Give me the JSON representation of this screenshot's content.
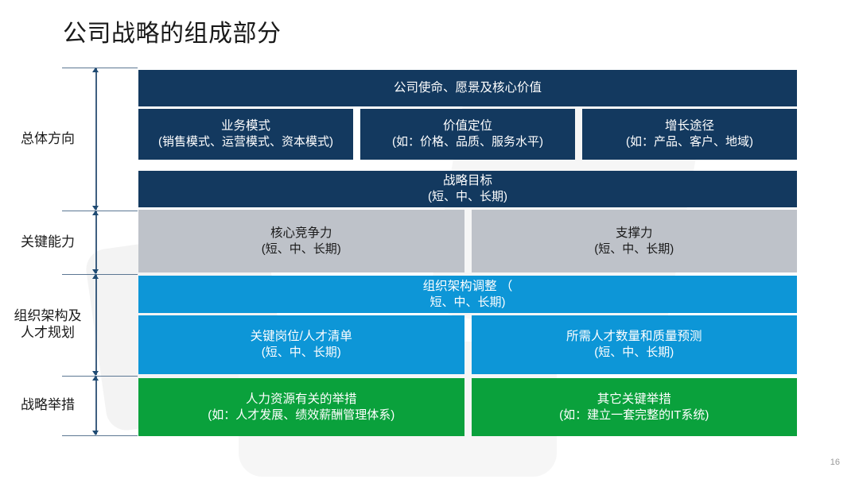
{
  "slide": {
    "title": "公司战略的组成部分",
    "page_number": "16"
  },
  "colors": {
    "navy": "#13395f",
    "gray": "#bec2c9",
    "blue": "#0d96d7",
    "green": "#0aa13c",
    "axis": "#3f5f80",
    "text_dark": "#1a1a1a",
    "background": "#ffffff"
  },
  "axis_labels": [
    {
      "label": "总体方向"
    },
    {
      "label": "关键能力"
    },
    {
      "label": "组织架构及\n人才规划"
    },
    {
      "label": "战略举措"
    }
  ],
  "rows": [
    {
      "id": "row-mission",
      "style": "navy",
      "cells": [
        {
          "line1": "公司使命、愿景及核心价值",
          "line2": ""
        }
      ]
    },
    {
      "id": "row-direction",
      "style": "navy",
      "cells": [
        {
          "line1": "业务模式",
          "line2": "(销售模式、运营模式、资本模式)"
        },
        {
          "line1": "价值定位",
          "line2": "(如：价格、品质、服务水平)"
        },
        {
          "line1": "增长途径",
          "line2": "(如：产品、客户、地域)"
        }
      ]
    },
    {
      "id": "row-goals",
      "style": "navy",
      "cells": [
        {
          "line1": "战略目标",
          "line2": "(短、中、长期)"
        }
      ]
    },
    {
      "id": "row-capability",
      "style": "gray",
      "cells": [
        {
          "line1": "核心竞争力",
          "line2": "(短、中、长期)"
        },
        {
          "line1": "支撑力",
          "line2": "(短、中、长期)"
        }
      ]
    },
    {
      "id": "row-org-adjust",
      "style": "blue",
      "cells": [
        {
          "line1": "组织架构调整 （",
          "line2": "短、中、长期)"
        }
      ]
    },
    {
      "id": "row-talent",
      "style": "blue",
      "cells": [
        {
          "line1": "关键岗位/人才清单",
          "line2": "(短、中、长期)"
        },
        {
          "line1": "所需人才数量和质量预测",
          "line2": "(短、中、长期)"
        }
      ]
    },
    {
      "id": "row-initiatives",
      "style": "green",
      "cells": [
        {
          "line1": "人力资源有关的举措",
          "line2": "(如：人才发展、绩效薪酬管理体系)"
        },
        {
          "line1": "其它关键举措",
          "line2": "(如：建立一套完整的IT系统)"
        }
      ]
    }
  ]
}
